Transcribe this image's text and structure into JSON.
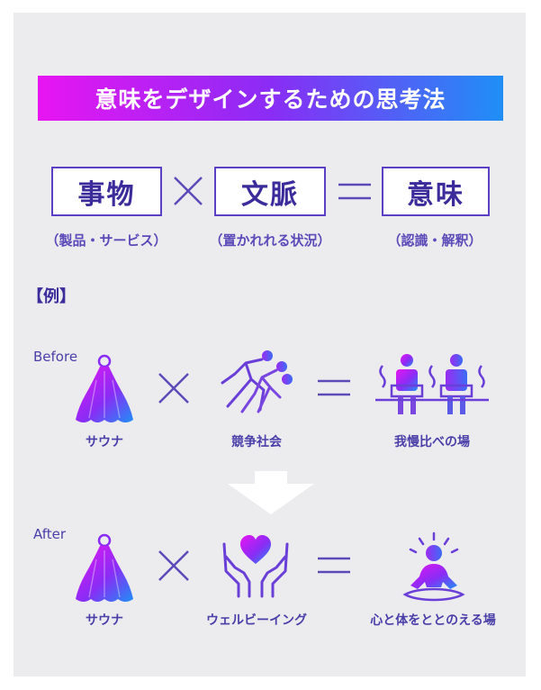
{
  "title": "意味をデザインするための思考法",
  "formula": {
    "term1": "事物",
    "term2": "文脈",
    "term3": "意味",
    "label1": "（製品・サービス）",
    "label2": "（置かれれる状況）",
    "label3": "（認識・解釈）"
  },
  "example_label": "【例】",
  "before": {
    "label": "Before",
    "item1": "サウナ",
    "item2": "競争社会",
    "item3": "我慢比べの場"
  },
  "after": {
    "label": "After",
    "item1": "サウナ",
    "item2": "ウェルビーイング",
    "item3": "心と体をととのえる場"
  },
  "colors": {
    "gradient_start": "#e815f2",
    "gradient_mid": "#8a2cf5",
    "gradient_end": "#1f8ff6",
    "text_dark": "#3b2b9b",
    "operator": "#5b4ab8"
  }
}
